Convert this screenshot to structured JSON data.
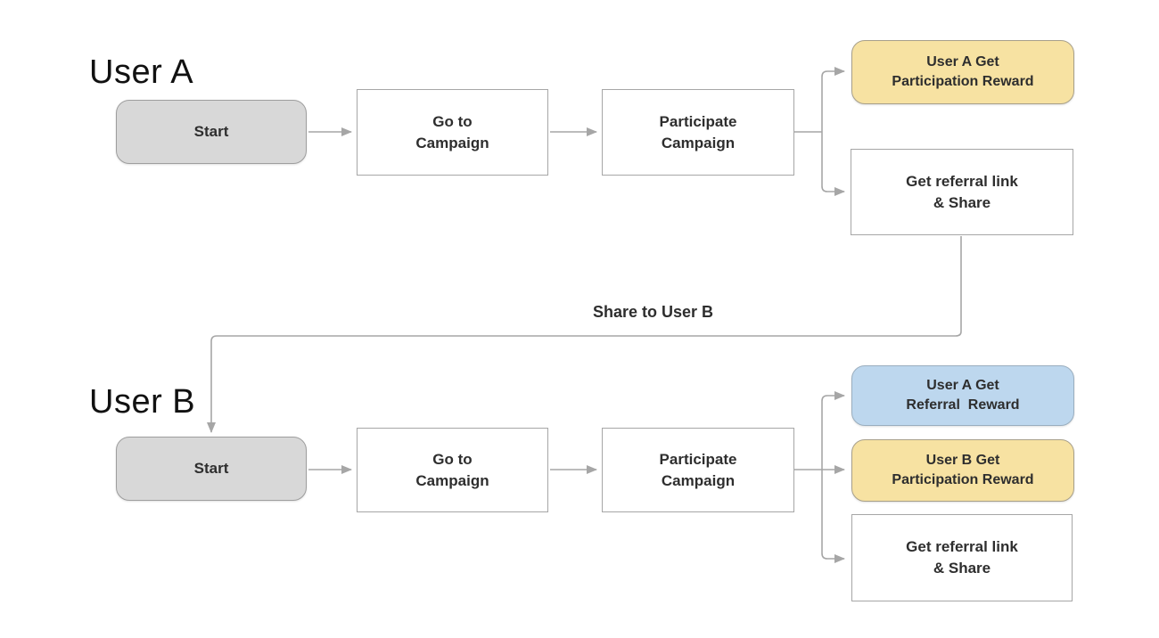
{
  "diagram": {
    "connector_label": "Share to User B",
    "lanes": [
      {
        "title": "User A",
        "nodes": {
          "start": {
            "label": "Start"
          },
          "goto": {
            "line1": "Go to",
            "line2": "Campaign"
          },
          "participate": {
            "line1": "Participate",
            "line2": "Campaign"
          },
          "reward_participation": {
            "line1": "User A Get",
            "line2": "Participation Reward"
          },
          "share": {
            "line1": "Get referral link",
            "line2": "& Share"
          }
        }
      },
      {
        "title": "User B",
        "nodes": {
          "start": {
            "label": "Start"
          },
          "goto": {
            "line1": "Go to",
            "line2": "Campaign"
          },
          "participate": {
            "line1": "Participate",
            "line2": "Campaign"
          },
          "reward_referral": {
            "line1": "User A Get",
            "line2": "Referral  Reward"
          },
          "reward_participation": {
            "line1": "User B Get",
            "line2": "Participation Reward"
          },
          "share": {
            "line1": "Get referral link",
            "line2": "& Share"
          }
        }
      }
    ],
    "colors": {
      "start_fill": "#d8d8d8",
      "participation_reward_fill": "#f7e2a2",
      "referral_reward_fill": "#bdd7ee",
      "process_box_fill": "#ffffff",
      "box_border": "#a6a6a6",
      "connector": "#a6a6a6",
      "text": "#2e2e2e"
    }
  }
}
